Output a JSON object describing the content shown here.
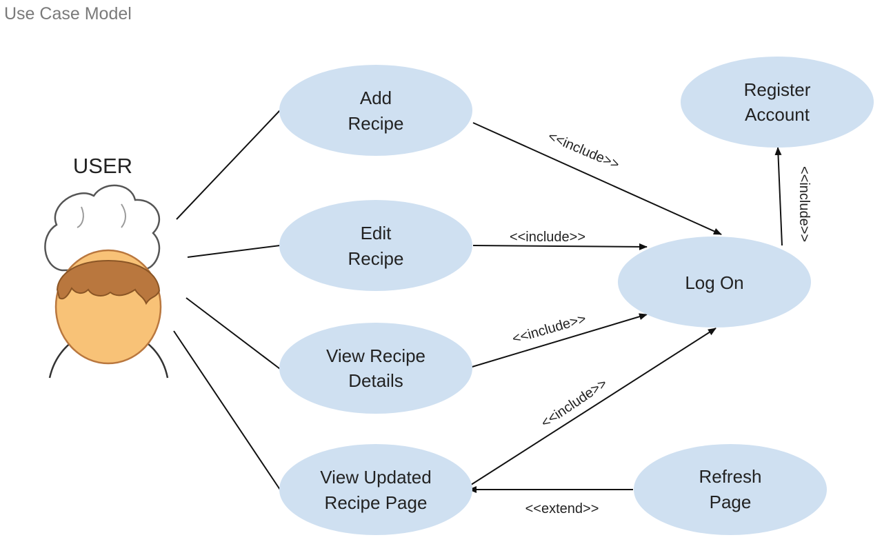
{
  "page_title": "Use Case Model",
  "actor": {
    "label": "USER",
    "icon": "chef-icon"
  },
  "use_cases": {
    "add_recipe": [
      "Add",
      "Recipe"
    ],
    "edit_recipe": [
      "Edit",
      "Recipe"
    ],
    "view_recipe_details": [
      "View Recipe",
      "Details"
    ],
    "view_updated_recipe_page": [
      "View Updated",
      "Recipe Page"
    ],
    "log_on": [
      "Log On"
    ],
    "register_account": [
      "Register",
      "Account"
    ],
    "refresh_page": [
      "Refresh",
      "Page"
    ]
  },
  "relations": {
    "add_to_logon": "<<include>>",
    "edit_to_logon": "<<include>>",
    "view_details_to_logon": "<<include>>",
    "view_updated_to_logon": "<<include>>",
    "logon_to_register": "<<include>>",
    "refresh_to_view_updated": "<<extend>>"
  },
  "colors": {
    "use_case_fill": "#cfe0f1",
    "line": "#111111",
    "title": "#7a7a7a",
    "hair": "#b9773e",
    "face": "#f8c277",
    "hat": "#ffffff"
  }
}
